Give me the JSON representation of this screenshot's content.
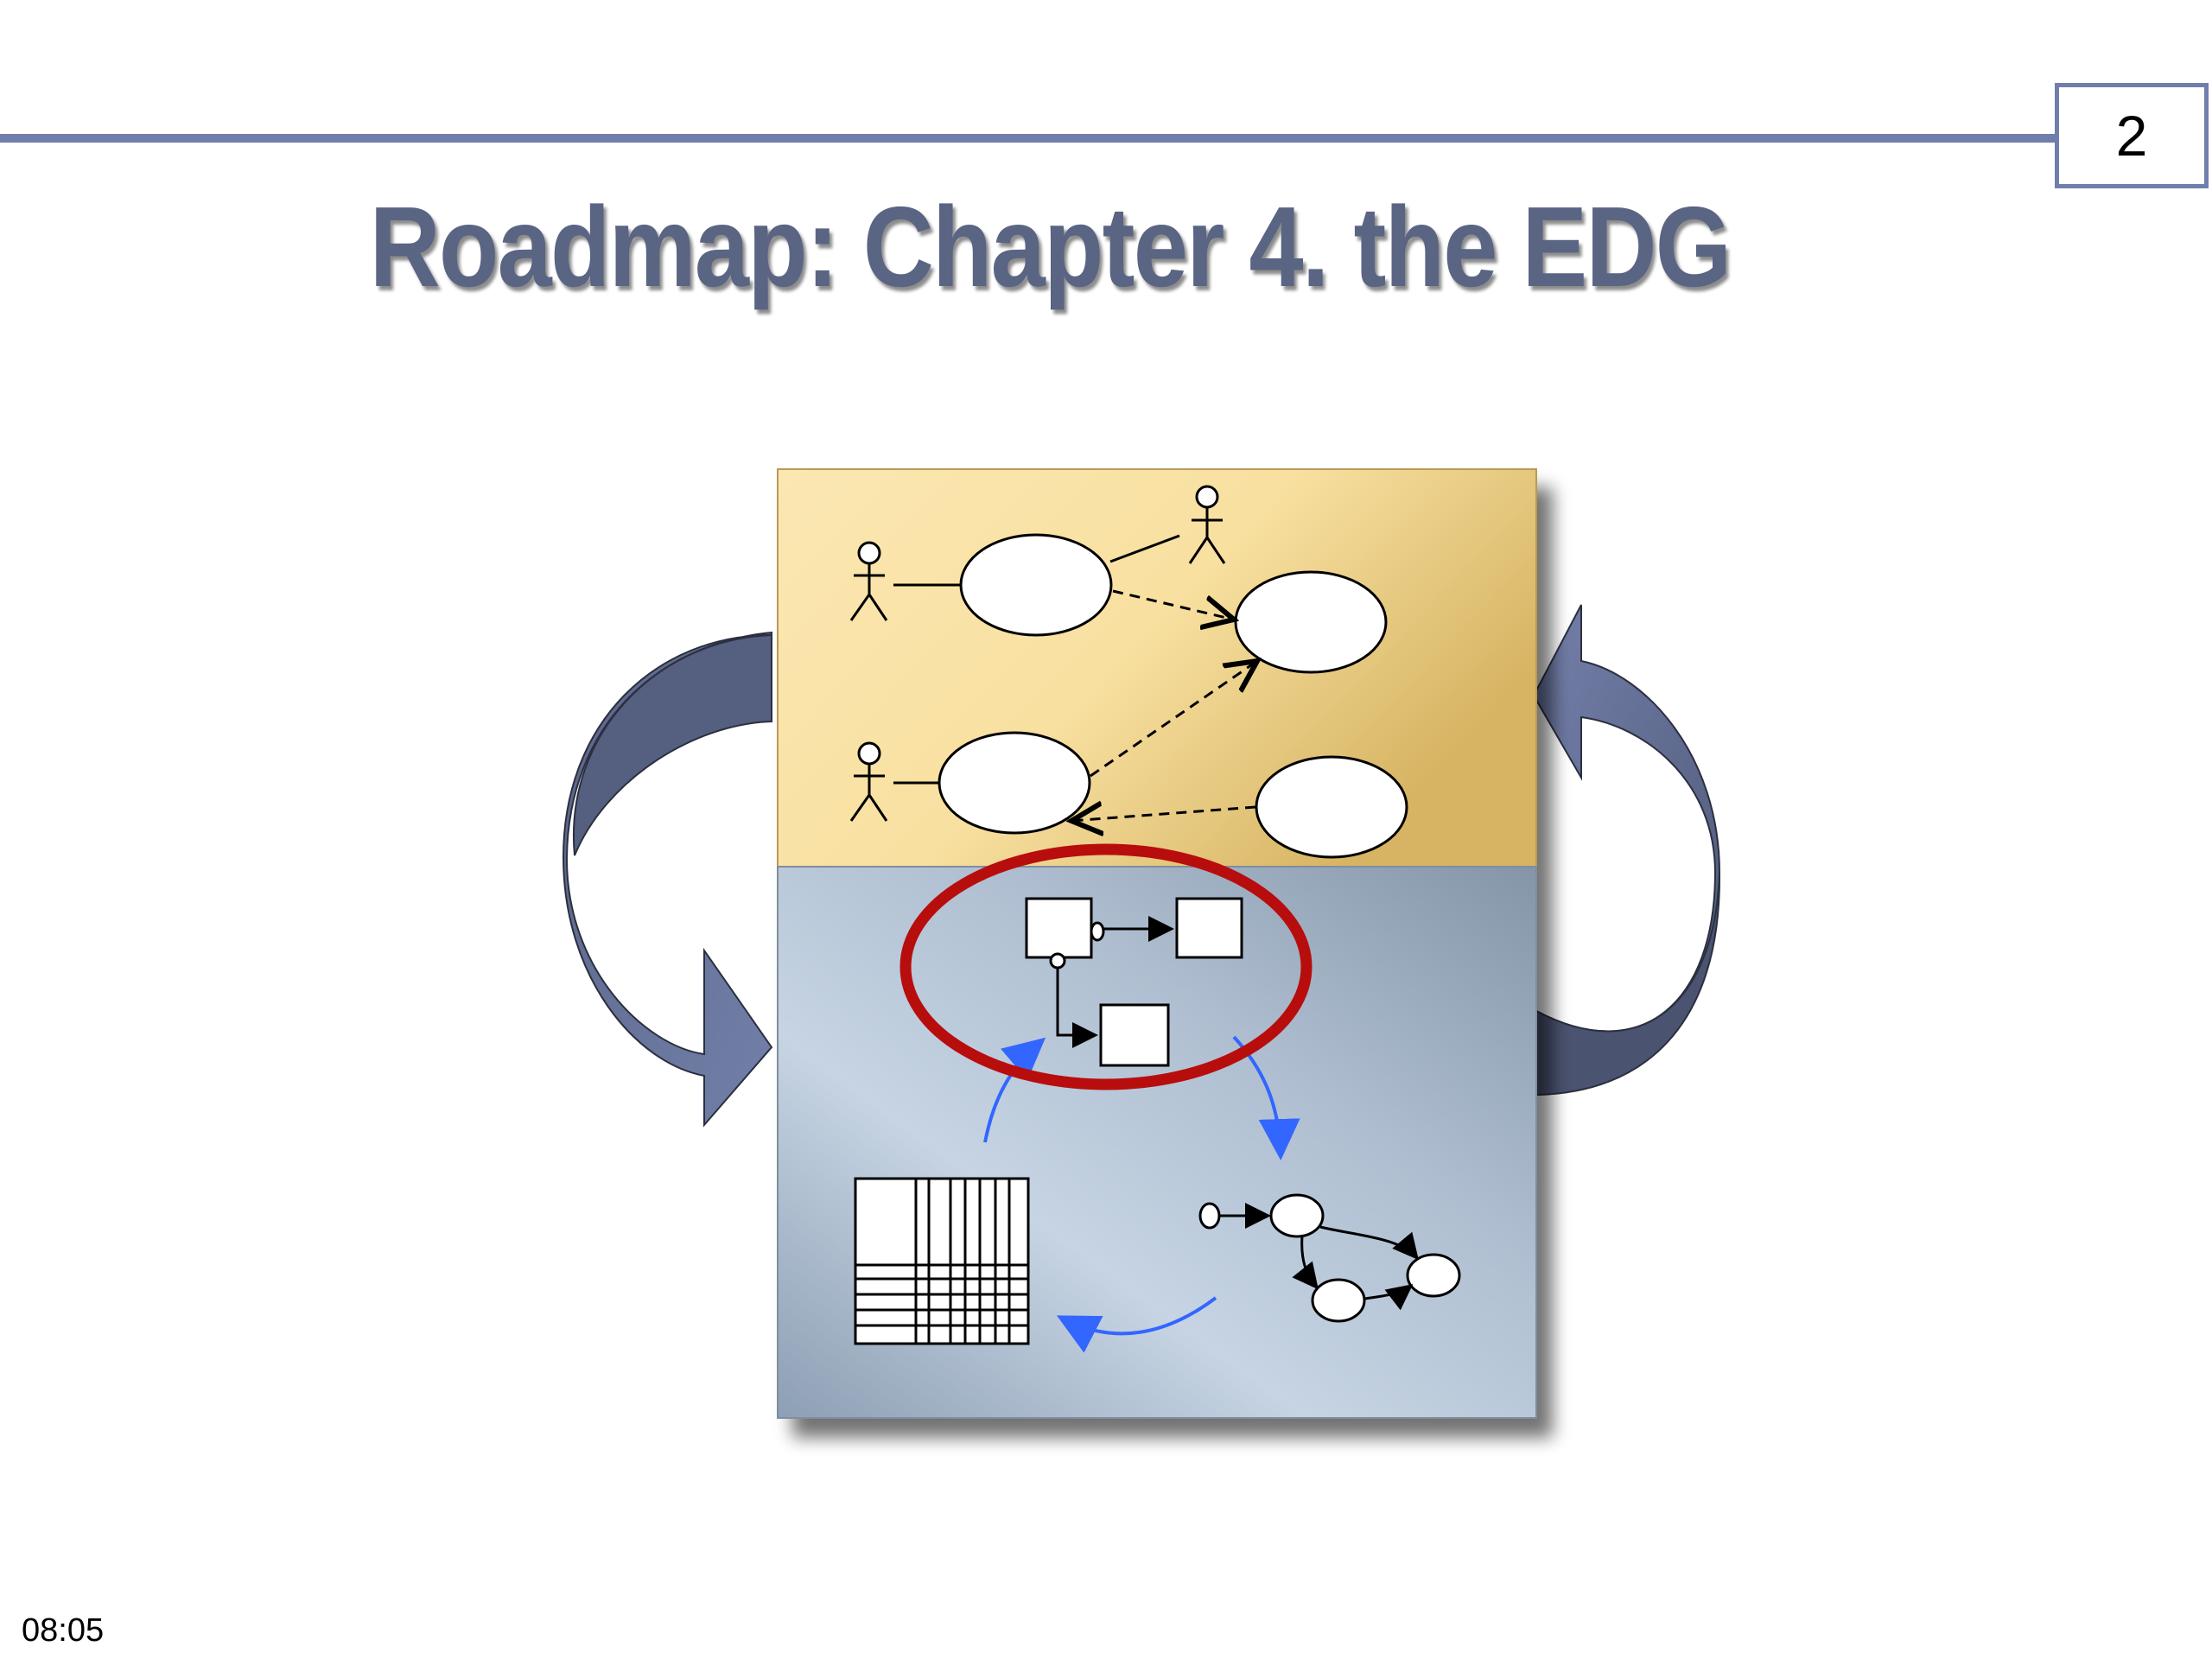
{
  "slide": {
    "page_number": "2",
    "title": "Roadmap: Chapter 4. the EDG",
    "timestamp": "08:05"
  },
  "colors": {
    "header_rule": "#6f7eab",
    "title_text": "#5a6483",
    "top_panel": "#f3d996",
    "bottom_panel": "#b4c3d4",
    "cycle_arrows": "#6f7eab",
    "highlight_ellipse": "#b80d0d",
    "inner_arrows": "#3366ff"
  },
  "icons": [
    "actor-icon",
    "use-case-ellipse",
    "state-box",
    "matrix-grid",
    "graph-node"
  ]
}
